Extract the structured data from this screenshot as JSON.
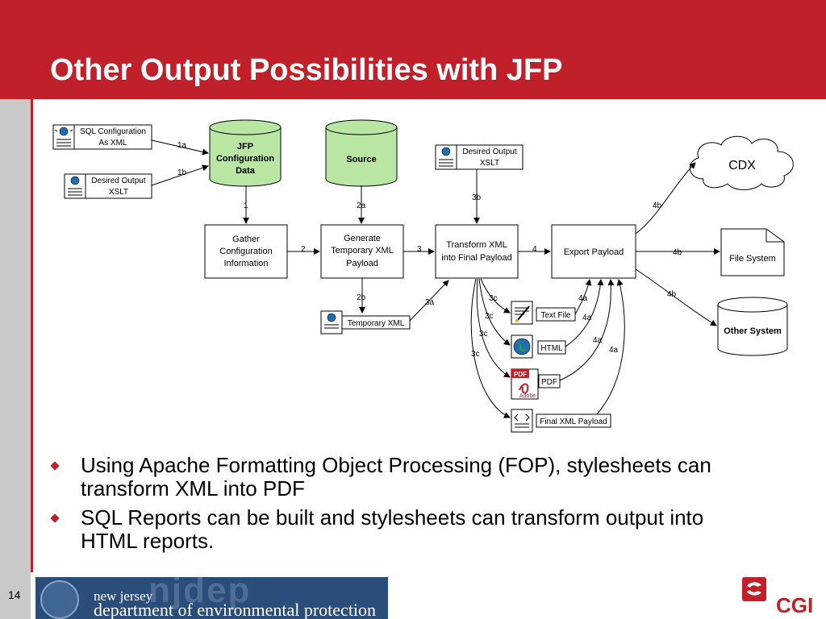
{
  "slide": {
    "title": "Other Output Possibilities with JFP",
    "page_number": "14",
    "bullets": [
      "Using Apache Formatting Object Processing (FOP), stylesheets can transform XML into PDF",
      "SQL Reports can be built and stylesheets can transform output into HTML reports."
    ],
    "footer_line1": "new jersey",
    "footer_line2": "department of environmental protection",
    "footer_ghost": "njdep",
    "logo_text": "CGI"
  },
  "diagram": {
    "doc_labels": {
      "sql_config": [
        "SQL Configuration",
        "As XML"
      ],
      "desired_output_left": [
        "Desired Output",
        "XSLT"
      ],
      "desired_output_top": [
        "Desired Output",
        "XSLT"
      ],
      "temporary_xml": "Temporary XML",
      "text_file": "Text File",
      "html": "HTML",
      "pdf": "PDF",
      "final_xml": "Final XML Payload"
    },
    "cylinders": {
      "jfp": [
        "JFP",
        "Configuration",
        "Data"
      ],
      "source": "Source",
      "other_system": "Other System"
    },
    "process_boxes": {
      "gather": [
        "Gather",
        "Configuration",
        "Information"
      ],
      "generate": [
        "Generate",
        "Temporary XML",
        "Payload"
      ],
      "transform": [
        "Transform XML",
        "into Final Payload"
      ],
      "export": "Export Payload"
    },
    "cdx": "CDX",
    "file_system": "File System",
    "pdf_icon_text": [
      "PDF",
      "Adobe"
    ],
    "step_labels": {
      "s1a": "1a",
      "s1b": "1b",
      "s1": "1",
      "s2a": "2a",
      "s2": "2",
      "s3": "3",
      "s4": "4",
      "s3b": "3b",
      "s2b": "2b",
      "s3a": "3a",
      "s3c": [
        "3c",
        "3c",
        "3c",
        "3c"
      ],
      "s4a": [
        "4a",
        "4a",
        "4a",
        "4a"
      ],
      "s4b": [
        "4b",
        "4b",
        "4b"
      ]
    }
  }
}
